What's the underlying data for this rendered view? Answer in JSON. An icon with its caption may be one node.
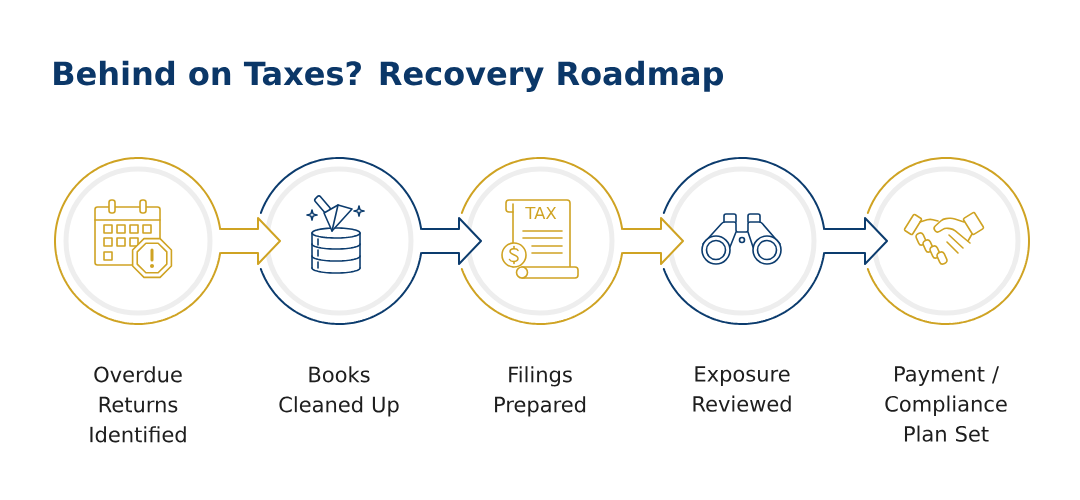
{
  "diagram": {
    "title": "Behind on Taxes? Recovery Roadmap",
    "nodes": [
      {
        "text": [
          "Overdue Returns Identified"
        ]
      },
      {
        "text": [
          "Books Cleaned Up"
        ]
      },
      {
        "text": [
          "Filings Prepared"
        ]
      },
      {
        "text": [
          "Exposure Reviewed"
        ]
      },
      {
        "text": [
          "Payment / Compliance Plan Set"
        ]
      }
    ],
    "edges": [
      {
        "from": 0,
        "to": 1,
        "arrow": "to",
        "color": "#cfa323"
      },
      {
        "from": 1,
        "to": 2,
        "arrow": "to",
        "color": "#0c3c6e"
      },
      {
        "from": 2,
        "to": 3,
        "arrow": "to",
        "color": "#cfa323"
      },
      {
        "from": 3,
        "to": 4,
        "arrow": "to",
        "color": "#0c3c6e"
      }
    ],
    "labels": [
      "TAX"
    ]
  }
}
